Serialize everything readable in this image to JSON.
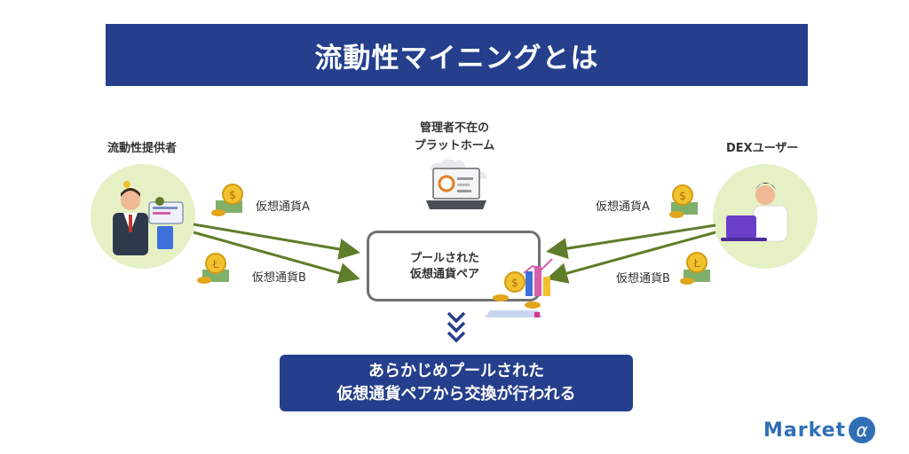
{
  "title": "流動性マイニングとは",
  "provider": {
    "label": "流動性提供者"
  },
  "platform": {
    "line1": "管理者不在の",
    "line2": "プラットホーム"
  },
  "user": {
    "label": "DEXユーザー"
  },
  "left_currency_a": "仮想通貨A",
  "left_currency_b": "仮想通貨B",
  "right_currency_a": "仮想通貨A",
  "right_currency_b": "仮想通貨B",
  "pool": {
    "line1": "プールされた",
    "line2": "仮想通貨ペア"
  },
  "result": {
    "line1": "あらかじめプールされた",
    "line2": "仮想通貨ペアから交換が行われる"
  },
  "logo": {
    "text": "Market",
    "symbol": "α"
  },
  "colors": {
    "navy": "#253f8c",
    "arrow": "#5f7d2a",
    "circle": "#e6f0c5",
    "coin": "#f2c12e",
    "logo": "#2f6fb5"
  }
}
